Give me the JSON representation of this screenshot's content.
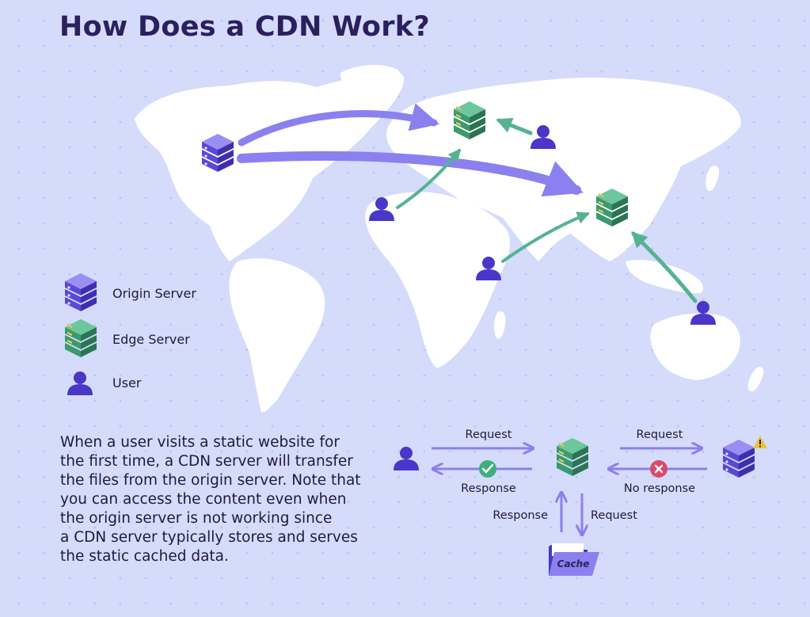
{
  "title": "How Does a CDN Work?",
  "legend": [
    {
      "label": "Origin Server",
      "icon": "origin-server-icon"
    },
    {
      "label": "Edge Server",
      "icon": "edge-server-icon"
    },
    {
      "label": "User",
      "icon": "user-icon"
    }
  ],
  "description": "When a user visits a static website for\nthe first time, a CDN server will transfer\nthe files from the origin server. Note that\nyou can access the content even when\nthe origin server is not working since\na CDN server typically stores and serves\nthe static cached data.",
  "flow": {
    "request_left": "Request",
    "response_left": "Response",
    "request_right": "Request",
    "no_response": "No response",
    "response_down": "Response",
    "request_down": "Request",
    "cache_label": "Cache"
  },
  "colors": {
    "origin": "#6b5ce0",
    "edge": "#46a87e",
    "user": "#4a36c8",
    "arrow_origin": "#8a80ef",
    "arrow_user": "#56b292",
    "map": "#ffffff",
    "background": "#d5dbfb",
    "ok": "#3fae7a",
    "error": "#d94a6a"
  }
}
